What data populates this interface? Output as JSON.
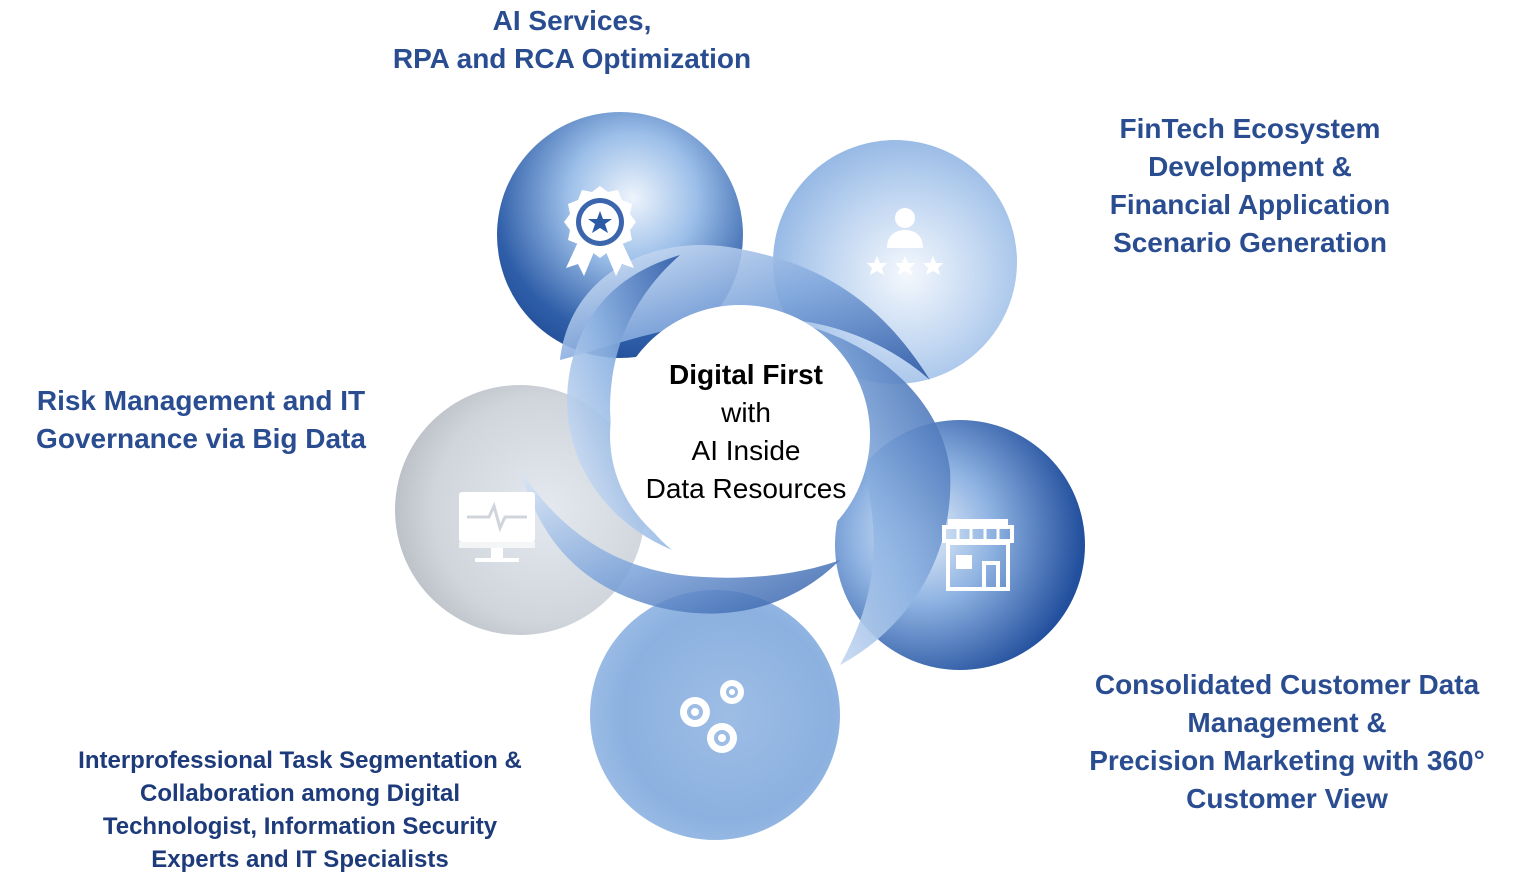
{
  "center": {
    "line1": "Digital First",
    "line2": "with",
    "line3": "AI Inside",
    "line4": "Data Resources"
  },
  "labels": {
    "top": [
      "AI Services,",
      "RPA and RCA Optimization"
    ],
    "top_right": [
      "FinTech Ecosystem",
      "Development &",
      "Financial Application",
      "Scenario Generation"
    ],
    "left": [
      "Risk Management and IT",
      "Governance via Big Data"
    ],
    "bottom_right": [
      "Consolidated Customer Data",
      "Management &",
      "Precision Marketing with 360°",
      "Customer View"
    ],
    "bottom_left": [
      "Interprofessional Task Segmentation &",
      "Collaboration among Digital",
      "Technologist, Information Security",
      "Experts and IT Specialists"
    ]
  },
  "icons": {
    "top": "award-badge-icon",
    "top_right": "person-rating-icon",
    "right": "storefront-icon",
    "bottom": "gears-icon",
    "left": "monitor-pulse-icon"
  },
  "colors": {
    "label_text": "#2a4d91",
    "dark_blue": "#1f4a9a",
    "light_blue": "#8fb4e3",
    "grey": "#b8bcc2"
  }
}
